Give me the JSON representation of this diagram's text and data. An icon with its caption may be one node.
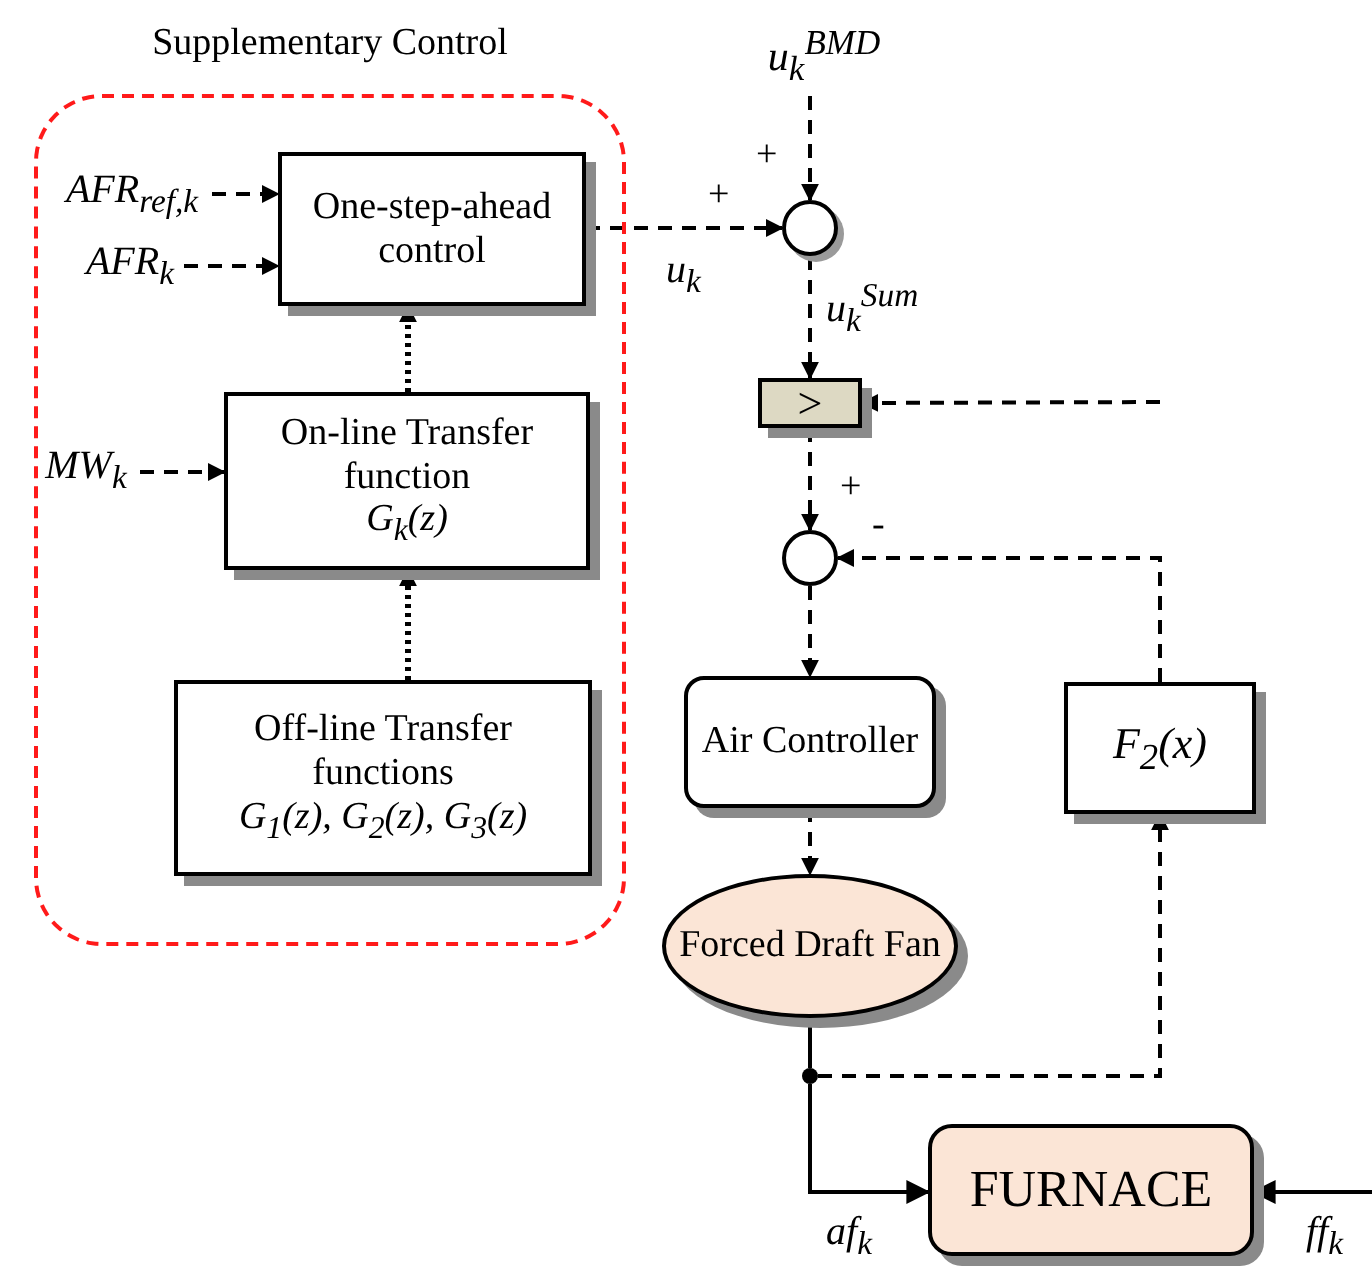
{
  "diagram": {
    "nodes": [
      {
        "text": [
          "Supplementary Control"
        ]
      },
      {
        "text": [
          "One-step-ahead control"
        ],
        "in": 0
      },
      {
        "text": [
          "On-line Transfer function",
          "G$_{k}$(z)"
        ],
        "in": 0
      },
      {
        "text": [
          "Off-line Transfer functions",
          "G$_{1}$(z), G$_{2}$(z), G$_{3}$(z)"
        ],
        "in": 0
      },
      {
        "text": [
          "AFR$_{ref,k}$"
        ],
        "in": 0
      },
      {
        "text": [
          "AFR$_{k}$"
        ],
        "in": 0
      },
      {
        "text": [
          "MW$_{k}$"
        ],
        "in": 0
      },
      {
        "text": [
          "u$_{k}$$^{BMD}$"
        ]
      },
      {
        "text": [],
        "shape": "circle"
      },
      {
        "text": [
          ">"
        ]
      },
      {
        "text": [],
        "shape": "circle"
      },
      {
        "text": [
          "Air Controller"
        ]
      },
      {
        "text": [
          "F$_{2}$(x)"
        ]
      },
      {
        "text": [
          "Forced Draft Fan"
        ]
      },
      {
        "text": [],
        "shape": "circle"
      },
      {
        "text": [
          "FURNACE"
        ]
      }
    ],
    "edges": [
      {
        "from": 4,
        "to": 1,
        "arrow": "to",
        "style": "dashed"
      },
      {
        "from": 5,
        "to": 1,
        "arrow": "to",
        "style": "dashed"
      },
      {
        "from": 6,
        "to": 2,
        "arrow": "to",
        "style": "dashed"
      },
      {
        "from": 3,
        "to": 2,
        "arrow": "to",
        "style": "dashed"
      },
      {
        "from": 2,
        "to": 1,
        "arrow": "to",
        "style": "dashed"
      },
      {
        "from": 1,
        "to": 8,
        "arrow": "to",
        "style": "dashed",
        "label": "u$_{k}$"
      },
      {
        "from": 7,
        "to": 8,
        "arrow": "to",
        "style": "dashed"
      },
      {
        "from": 8,
        "to": 9,
        "arrow": "to",
        "style": "dashed",
        "label": "u$_{k}$$^{Sum}$"
      },
      {
        "from": null,
        "to": 9,
        "arrow": "to",
        "style": "dashed"
      },
      {
        "from": 9,
        "to": 10,
        "arrow": "to",
        "style": "dashed"
      },
      {
        "from": 12,
        "to": 10,
        "arrow": "to",
        "style": "dashed"
      },
      {
        "from": 10,
        "to": 11,
        "arrow": "to",
        "style": "dashed"
      },
      {
        "from": 11,
        "to": 13,
        "arrow": "to",
        "style": "dashed"
      },
      {
        "from": 13,
        "to": 14,
        "arrow": "none"
      },
      {
        "from": 14,
        "to": 12,
        "arrow": "to",
        "style": "dashed"
      },
      {
        "from": 14,
        "to": 15,
        "arrow": "to",
        "label": "af$_{k}$"
      },
      {
        "from": null,
        "to": 15,
        "arrow": "to",
        "label": "ff$_{k}$"
      }
    ],
    "labels": [
      "+",
      "+",
      "+",
      "-"
    ]
  }
}
